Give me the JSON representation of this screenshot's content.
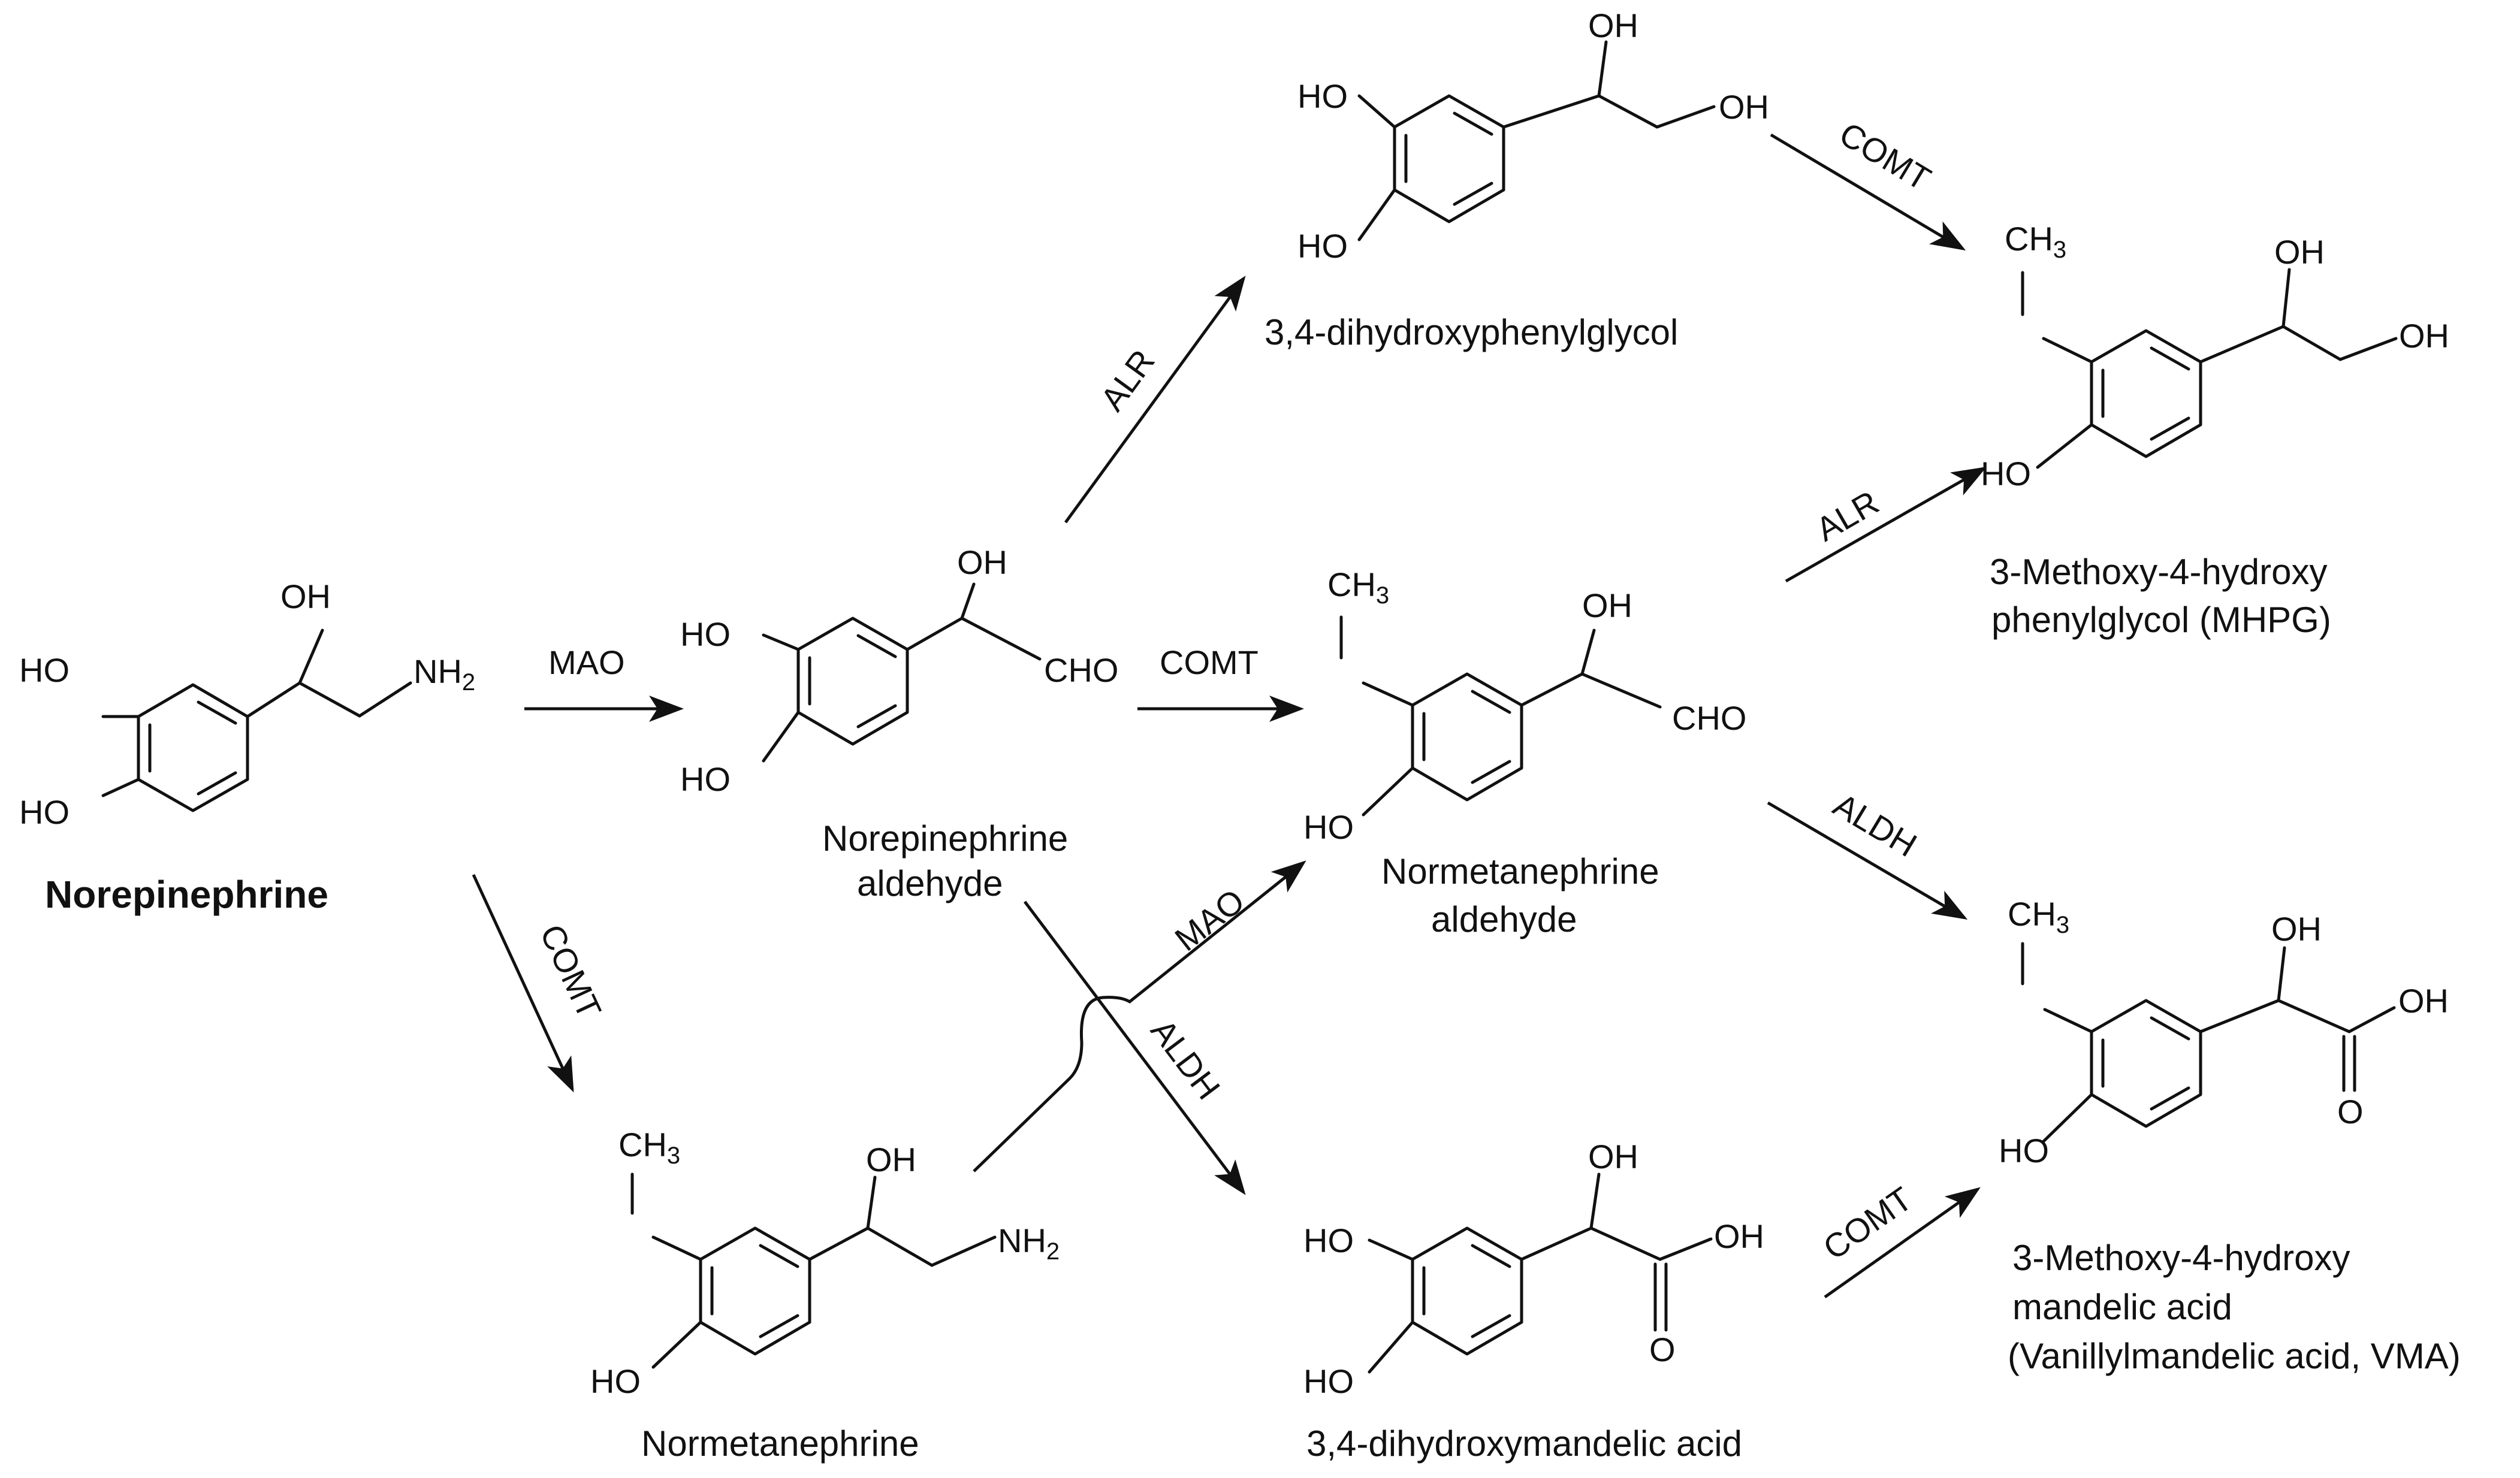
{
  "compounds": {
    "norepinephrine": {
      "name": "Norepinephrine",
      "oh_top": "OH",
      "ho_upper": "HO",
      "ho_lower": "HO",
      "nh": "NH",
      "nh_sub": "2"
    },
    "norepinephrine_aldehyde": {
      "name_line1": "Norepinephrine",
      "name_line2": "aldehyde",
      "oh_top": "OH",
      "ho_upper": "HO",
      "ho_lower": "HO",
      "cho": "CHO"
    },
    "dhpg": {
      "name": "3,4-dihydroxyphenylglycol",
      "oh_top": "OH",
      "oh_end": "OH",
      "ho_upper": "HO",
      "ho_lower": "HO"
    },
    "mhpg": {
      "name_line1": "3-Methoxy-4-hydroxy",
      "name_line2": "phenylglycol (MHPG)",
      "ch": "CH",
      "ch_sub": "3",
      "oh_top": "OH",
      "oh_end": "OH",
      "ho_lower": "HO"
    },
    "normetanephrine_aldehyde": {
      "name_line1": "Normetanephrine",
      "name_line2": "aldehyde",
      "ch": "CH",
      "ch_sub": "3",
      "oh_top": "OH",
      "cho": "CHO",
      "ho_lower": "HO"
    },
    "normetanephrine": {
      "name": "Normetanephrine",
      "ch": "CH",
      "ch_sub": "3",
      "oh_top": "OH",
      "nh": "NH",
      "nh_sub": "2",
      "ho_lower": "HO"
    },
    "dhma": {
      "name": "3,4-dihydroxymandelic acid",
      "oh_top": "OH",
      "oh_acid": "OH",
      "o_carbonyl": "O",
      "ho_upper": "HO",
      "ho_lower": "HO"
    },
    "vma": {
      "name_line1": "3-Methoxy-4-hydroxy",
      "name_line2": "mandelic acid",
      "name_line3": "(Vanillylmandelic acid, VMA)",
      "ch": "CH",
      "ch_sub": "3",
      "oh_top": "OH",
      "oh_acid": "OH",
      "o_carbonyl": "O",
      "ho_lower": "HO"
    }
  },
  "enzymes": {
    "mao_ne_to_ald": "MAO",
    "comt_ne_to_nmn": "COMT",
    "alr_ald_to_dhpg": "ALR",
    "comt_ald_to_nmald": "COMT",
    "aldh_ald_to_dhma": "ALDH",
    "mao_nmn_to_nmald": "MAO",
    "comt_dhpg_to_mhpg": "COMT",
    "alr_nmald_to_mhpg": "ALR",
    "aldh_nmald_to_vma": "ALDH",
    "comt_dhma_to_vma": "COMT"
  }
}
